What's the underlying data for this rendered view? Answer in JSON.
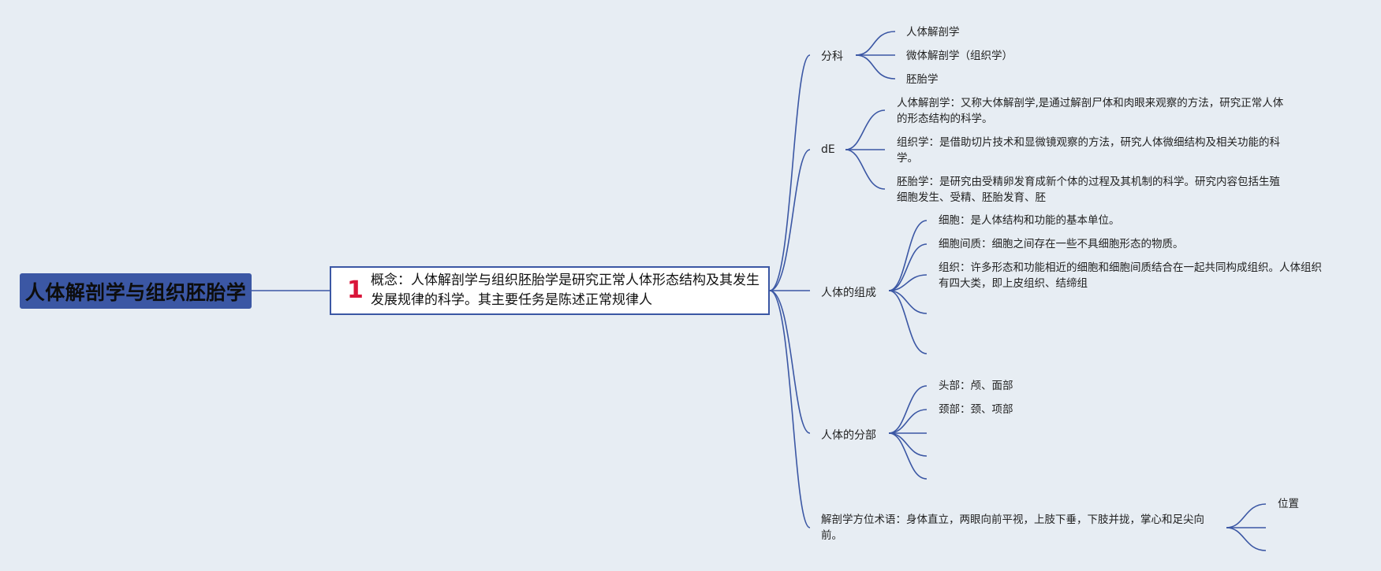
{
  "root": {
    "title": "人体解剖学与组织胚胎学"
  },
  "concept": {
    "badge": "1",
    "text": "概念：人体解剖学与组织胚胎学是研究正常人体形态结构及其发生发展规律的科学。其主要任务是陈述正常规律人"
  },
  "branches": {
    "fenke": {
      "label": "分科",
      "children": [
        "人体解剖学",
        "微体解剖学（组织学）",
        "胚胎学"
      ]
    },
    "de": {
      "label": "dE",
      "children": [
        "人体解剖学：又称大体解剖学,是通过解剖尸体和肉眼来观察的方法，研究正常人体的形态结构的科学。",
        "组织学：是借助切片技术和显微镜观察的方法，研究人体微细结构及相关功能的科学。",
        "胚胎学：是研究由受精卵发育成新个体的过程及其机制的科学。研究内容包括生殖细胞发生、受精、胚胎发育、胚"
      ]
    },
    "zucheng": {
      "label": "人体的组成",
      "children": [
        "细胞：是人体结构和功能的基本单位。",
        "细胞间质：细胞之间存在一些不具细胞形态的物质。",
        "组织：许多形态和功能相近的细胞和细胞间质结合在一起共同构成组织。人体组织有四大类，即上皮组织、结缔组"
      ]
    },
    "fenbu": {
      "label": "人体的分部",
      "children": [
        "头部：颅、面部",
        "颈部：颈、项部"
      ]
    },
    "shuyu": {
      "label": "解剖学方位术语：身体直立，两眼向前平视，上肢下垂，下肢并拢，掌心和足尖向前。",
      "children": [
        "位置"
      ]
    }
  },
  "colors": {
    "line": "#3b57a4",
    "root_bg": "#3b57a4",
    "badge": "#d9163a",
    "background": "#e7edf3"
  }
}
